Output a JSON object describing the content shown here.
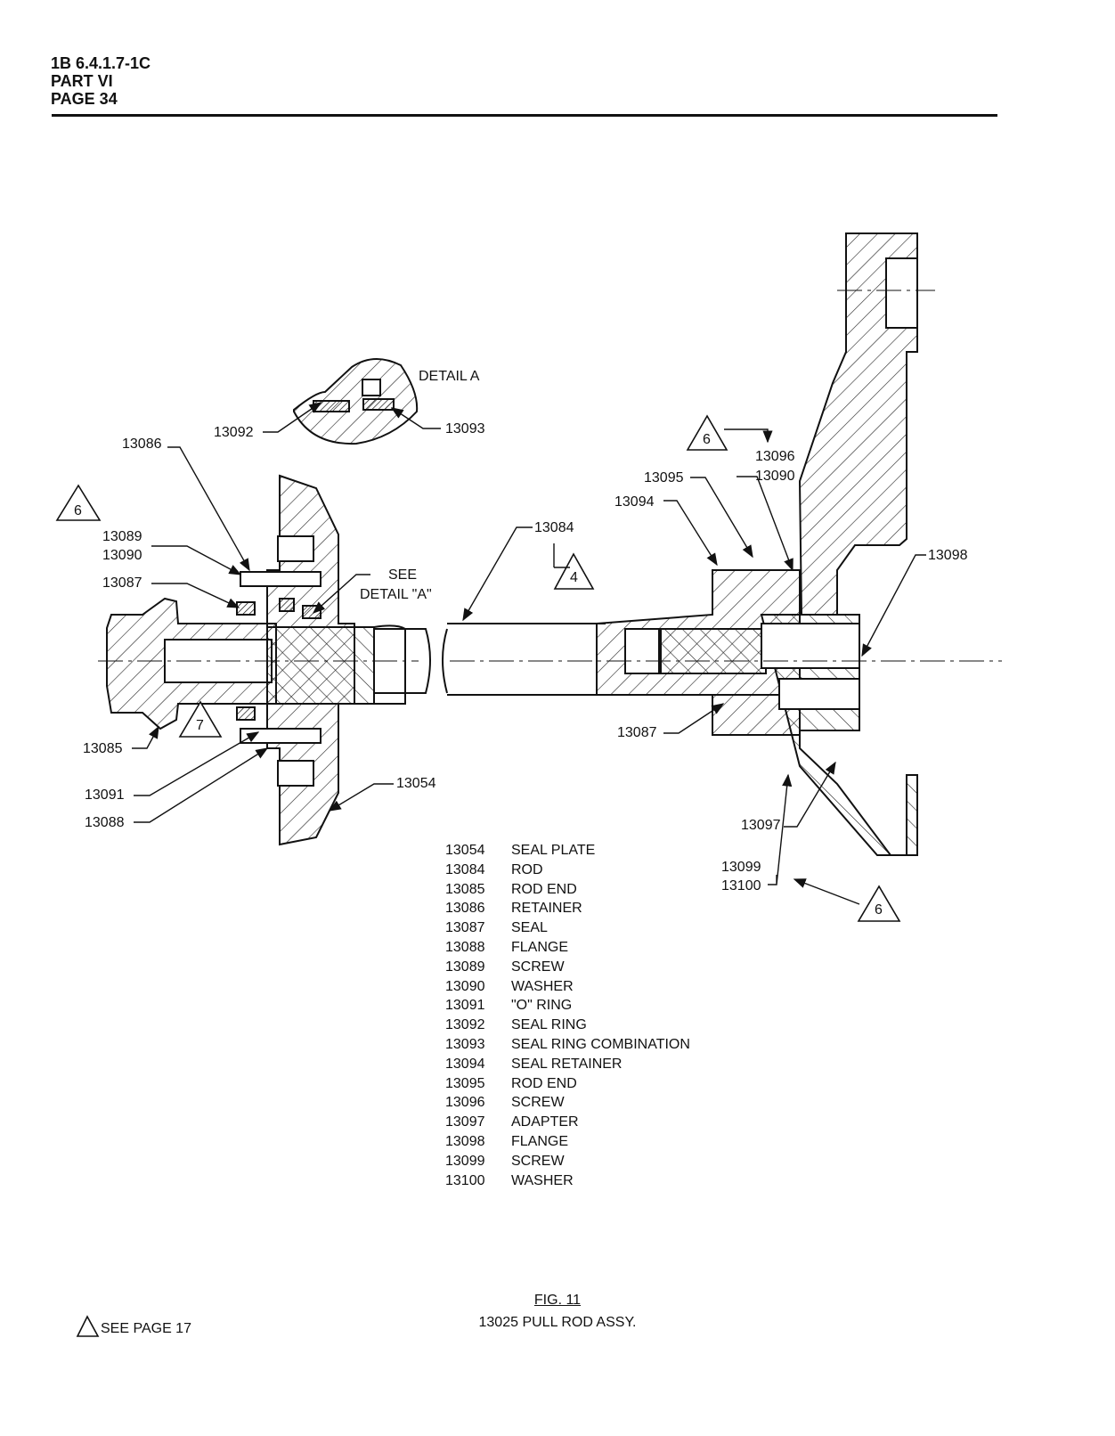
{
  "header": {
    "doc_code": "1B 6.4.1.7-1C",
    "part": "PART VI",
    "page": "PAGE 34"
  },
  "detail": {
    "title": "DETAIL A",
    "callout_see": "SEE",
    "callout_detail": "DETAIL \"A\""
  },
  "callouts": {
    "c13086": "13086",
    "c13092": "13092",
    "c13093": "13093",
    "c13089": "13089",
    "c13090a": "13090",
    "c13087a": "13087",
    "c13085": "13085",
    "c13091": "13091",
    "c13088": "13088",
    "c13054": "13054",
    "c13084": "13084",
    "c13096": "13096",
    "c13090b": "13090",
    "c13095": "13095",
    "c13094": "13094",
    "c13098": "13098",
    "c13087b": "13087",
    "c13097": "13097",
    "c13099": "13099",
    "c13100": "13100"
  },
  "note_markers": {
    "m6a": "6",
    "m6b": "6",
    "m6c": "6",
    "m4": "4",
    "m7": "7"
  },
  "parts_list": [
    {
      "num": "13054",
      "name": "SEAL PLATE"
    },
    {
      "num": "13084",
      "name": "ROD"
    },
    {
      "num": "13085",
      "name": "ROD END"
    },
    {
      "num": "13086",
      "name": "RETAINER"
    },
    {
      "num": "13087",
      "name": "SEAL"
    },
    {
      "num": "13088",
      "name": "FLANGE"
    },
    {
      "num": "13089",
      "name": "SCREW"
    },
    {
      "num": "13090",
      "name": "WASHER"
    },
    {
      "num": "13091",
      "name": "\"O\" RING"
    },
    {
      "num": "13092",
      "name": "SEAL RING"
    },
    {
      "num": "13093",
      "name": "SEAL RING COMBINATION"
    },
    {
      "num": "13094",
      "name": "SEAL RETAINER"
    },
    {
      "num": "13095",
      "name": "ROD END"
    },
    {
      "num": "13096",
      "name": "SCREW"
    },
    {
      "num": "13097",
      "name": "ADAPTER"
    },
    {
      "num": "13098",
      "name": "FLANGE"
    },
    {
      "num": "13099",
      "name": "SCREW"
    },
    {
      "num": "13100",
      "name": "WASHER"
    }
  ],
  "footer": {
    "see_page": "SEE PAGE 17",
    "fig_num": "FIG. 11",
    "fig_title": "13025 PULL ROD ASSY."
  }
}
